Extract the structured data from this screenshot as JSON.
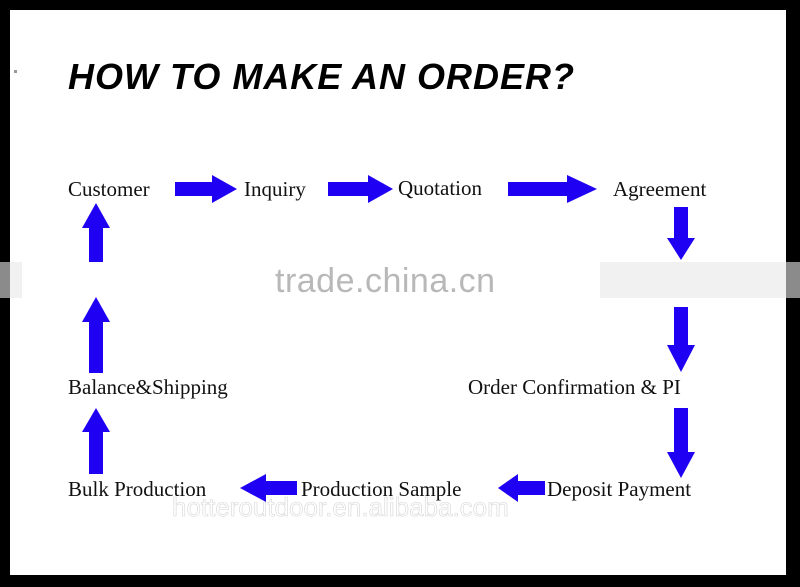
{
  "title": "HOW TO MAKE AN ORDER?",
  "watermarks": {
    "center": "trade.china.cn",
    "bottom": "hotteroutdoor.en.alibaba.com"
  },
  "steps": {
    "customer": "Customer",
    "inquiry": "Inquiry",
    "quotation": "Quotation",
    "agreement": "Agreement",
    "order_confirmation": "Order Confirmation & PI",
    "deposit_payment": "Deposit Payment",
    "production_sample": "Production Sample",
    "bulk_production": "Bulk Production",
    "balance_shipping": "Balance&Shipping"
  },
  "colors": {
    "arrow": "#1f00f2",
    "frame": "#000000",
    "background": "#ffffff"
  }
}
